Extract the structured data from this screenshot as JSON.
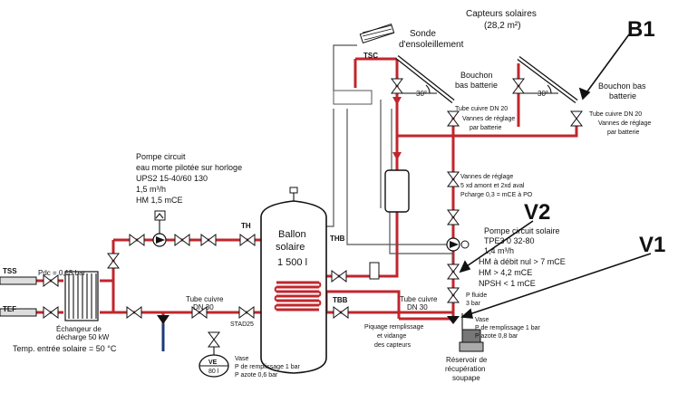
{
  "colors": {
    "pipe": "#c0262c",
    "wire": "#555555",
    "coil": "#c0262c",
    "ink": "#111111"
  },
  "labels": {
    "capteurs_title": "Capteurs solaires",
    "capteurs_area": "(28,2 m²)",
    "sonde_1": "Sonde",
    "sonde_2": "d'ensoleillement",
    "tsc": "TSC",
    "b1": "B1",
    "bouchon1_1": "Bouchon",
    "bouchon1_2": "bas batterie",
    "bouchon2_1": "Bouchon bas",
    "bouchon2_2": "batterie",
    "angle1": "30°",
    "angle2": "30°",
    "tube1_1": "Tube cuivre DN 20",
    "tube1_2": "Vannes de réglage",
    "tube1_3": "par batterie",
    "tube2_1": "Tube cuivre DN 20",
    "tube2_2": "Vannes de réglage",
    "tube2_3": "par batterie",
    "vannes_1": "Vannes de réglage",
    "vannes_2": "5 xd amont et 2xd aval",
    "vannes_3": "Pcharge 0,3 = mCE à PO",
    "v2": "V2",
    "v1": "V1",
    "pompe_s_1": "Pompe circuit solaire",
    "pompe_s_2": "TPE3 0 32-80",
    "pompe_s_3": "1,4 m³/h",
    "pompe_s_4": "HM à débit nul > 7 mCE",
    "pompe_s_5": "HM > 4,2 mCE",
    "pompe_s_6": "NPSH < 1 mCE",
    "pompe_e_1": "Pompe circuit",
    "pompe_e_2": "eau morte pilotée sur horloge",
    "pompe_e_3": "UPS2 15-40/60 130",
    "pompe_e_4": "1,5 m³/h",
    "pompe_e_5": "HM 1,5 mCE",
    "th": "TH",
    "thb": "THB",
    "tbb": "TBB",
    "ballon_1": "Ballon",
    "ballon_2": "solaire",
    "ballon_3": "1 500 l",
    "tss": "TSS",
    "tef": "TEF",
    "pdc": "Pdc = 0,15 bar",
    "echangeur_1": "Échangeur de",
    "echangeur_2": "décharge 50 kW",
    "temp": "Temp. entrée solaire = 50 °C",
    "tube30a_1": "Tube cuivre",
    "tube30a_2": "DN 30",
    "stad": "STAD25",
    "tube30b_1": "Tube cuivre",
    "tube30b_2": "DN 30",
    "piquage_1": "Piquage remplissage",
    "piquage_2": "et vidange",
    "piquage_3": "des capteurs",
    "pfluide_1": "P fluide",
    "pfluide_2": "3 bar",
    "vase_r_1": "Vase",
    "vase_r_2": "P de remplissage 1 bar",
    "vase_r_3": "P azote 0,8 bar",
    "reservoir_1": "Réservoir de",
    "reservoir_2": "récupération",
    "reservoir_3": "soupape",
    "vase_b_1": "Vase",
    "vase_b_2": "P de remplissage 1 bar",
    "vase_b_3": "P azote 0,6 bar",
    "ve": "VE",
    "ve_vol": "80 l"
  }
}
